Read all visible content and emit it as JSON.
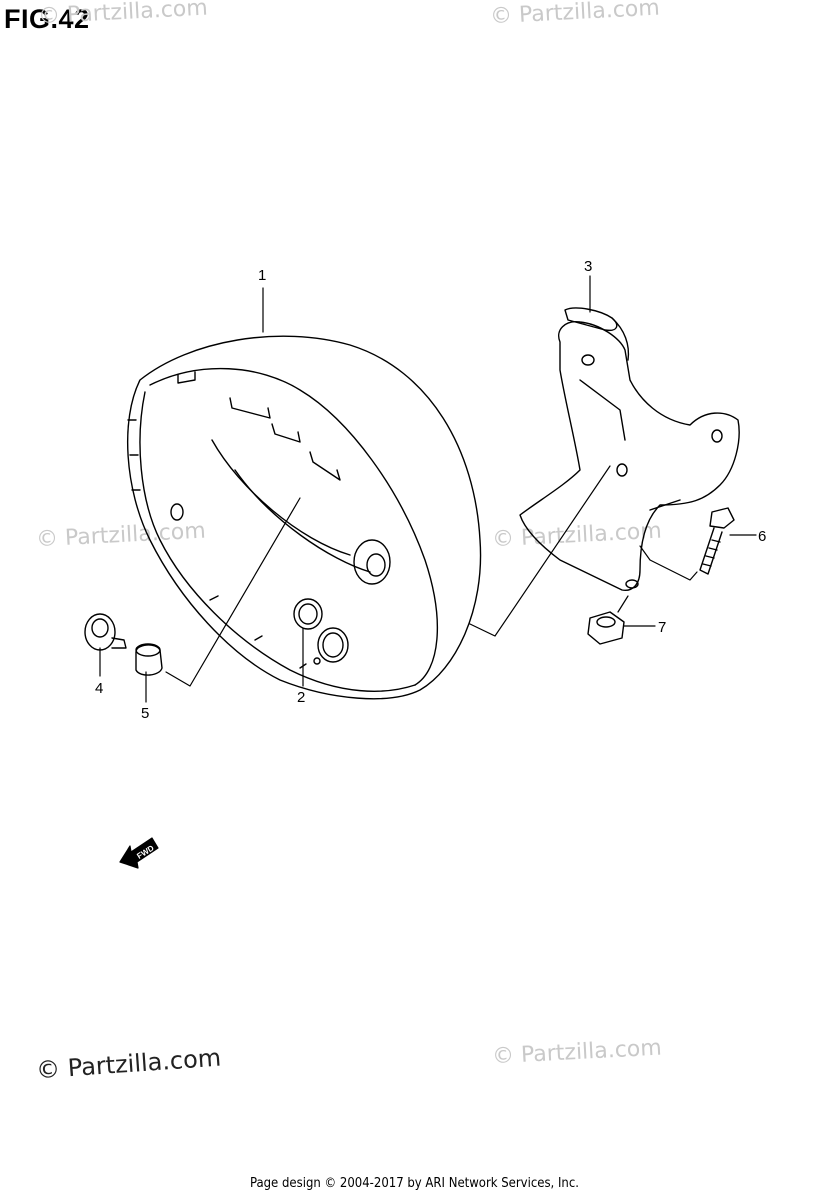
{
  "figure": {
    "title": "FIG.42"
  },
  "callouts": [
    {
      "label": "1"
    },
    {
      "label": "2"
    },
    {
      "label": "3"
    },
    {
      "label": "4"
    },
    {
      "label": "5"
    },
    {
      "label": "6"
    },
    {
      "label": "7"
    }
  ],
  "arrow": {
    "label": "FWD"
  },
  "watermarks": {
    "text": "© Partzilla.com",
    "main": "© Partzilla.com"
  },
  "footer": {
    "text": "Page design © 2004-2017 by ARI Network Services, Inc."
  }
}
